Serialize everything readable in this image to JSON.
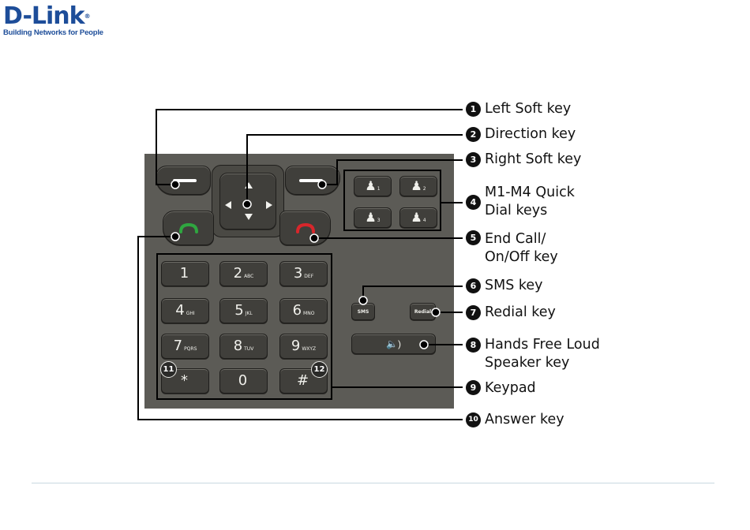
{
  "logo": {
    "name": "D-Link",
    "registered": "®",
    "tagline": "Building Networks for People"
  },
  "phone": {
    "keypad": [
      {
        "num": "1",
        "letters": ""
      },
      {
        "num": "2",
        "letters": "ABC"
      },
      {
        "num": "3",
        "letters": "DEF"
      },
      {
        "num": "4",
        "letters": "GHI"
      },
      {
        "num": "5",
        "letters": "JKL"
      },
      {
        "num": "6",
        "letters": "MNO"
      },
      {
        "num": "7",
        "letters": "PQRS"
      },
      {
        "num": "8",
        "letters": "TUV"
      },
      {
        "num": "9",
        "letters": "WXYZ"
      },
      {
        "num": "*",
        "letters": ""
      },
      {
        "num": "0",
        "letters": ""
      },
      {
        "num": "#",
        "letters": ""
      }
    ],
    "quick_dial": [
      "1",
      "2",
      "3",
      "4"
    ],
    "sms_label": "SMS",
    "redial_label": "Redial",
    "inline_badges": [
      "11",
      "12"
    ]
  },
  "callouts": [
    {
      "num": "1",
      "lines": [
        "Left Soft key"
      ]
    },
    {
      "num": "2",
      "lines": [
        "Direction key"
      ]
    },
    {
      "num": "3",
      "lines": [
        "Right Soft key"
      ]
    },
    {
      "num": "4",
      "lines": [
        "M1-M4 Quick",
        "Dial keys"
      ]
    },
    {
      "num": "5",
      "lines": [
        "End Call/",
        "On/Off key"
      ]
    },
    {
      "num": "6",
      "lines": [
        "SMS key"
      ]
    },
    {
      "num": "7",
      "lines": [
        "Redial key"
      ]
    },
    {
      "num": "8",
      "lines": [
        "Hands Free Loud",
        "Speaker key"
      ]
    },
    {
      "num": "9",
      "lines": [
        "Keypad"
      ]
    },
    {
      "num": "10",
      "lines": [
        "Answer key"
      ]
    }
  ],
  "colors": {
    "brand": "#1d4d99",
    "answer": "#2fa640",
    "end": "#d8262b",
    "panel": "#5c5b56"
  }
}
